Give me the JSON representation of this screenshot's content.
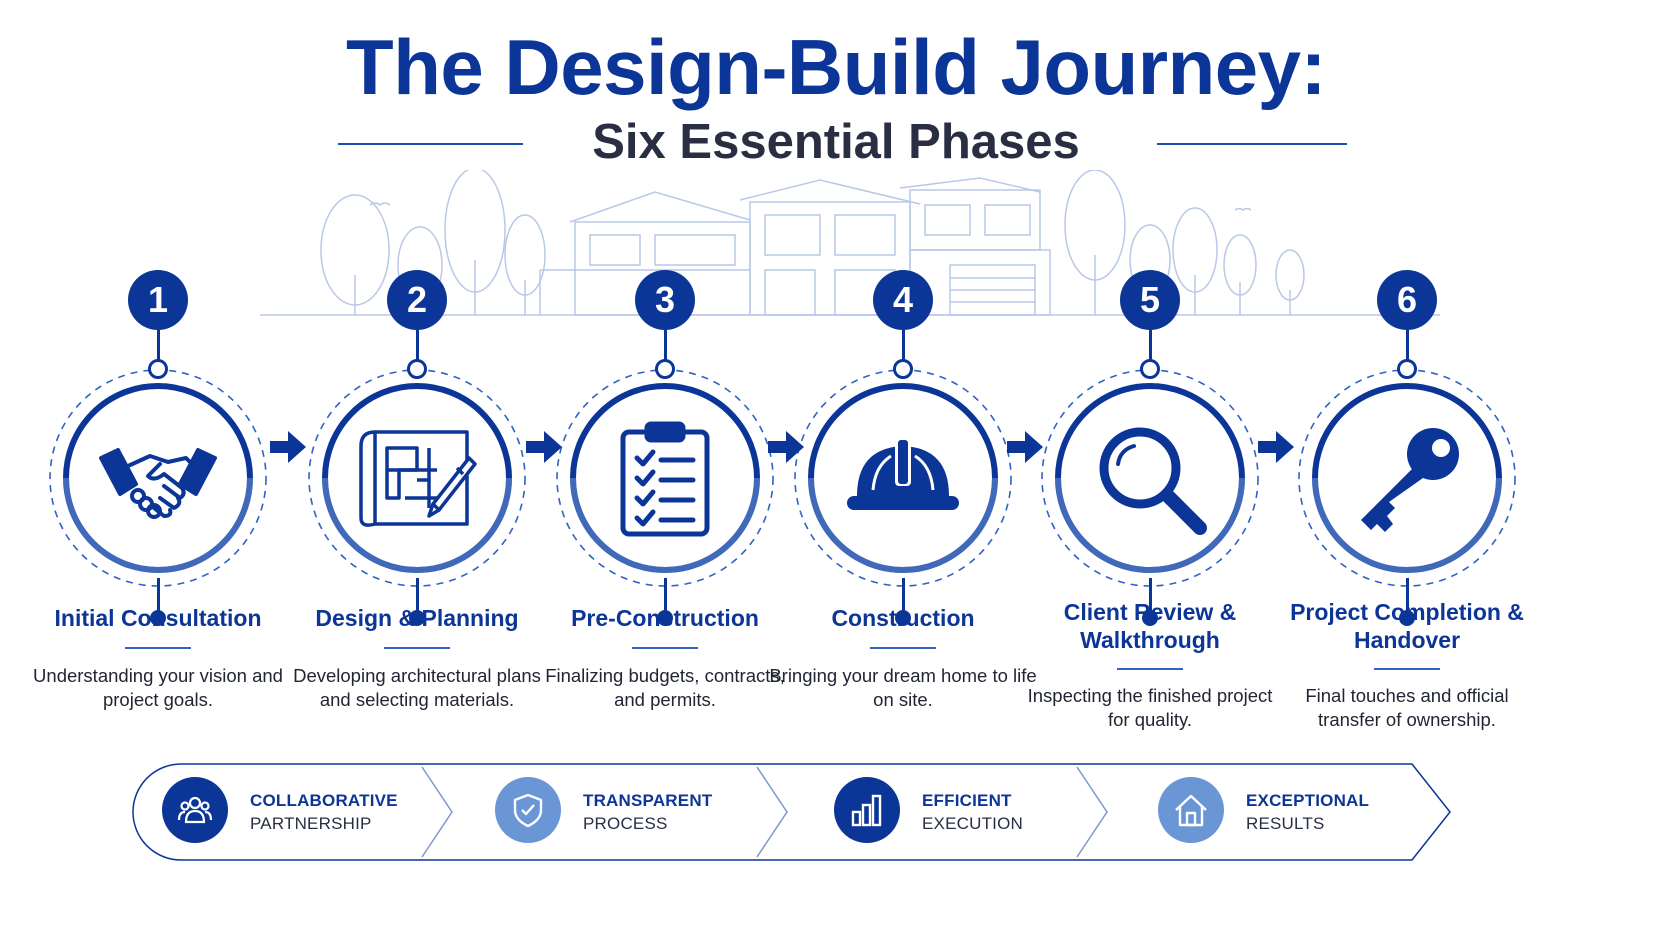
{
  "header": {
    "title": "The Design-Build Journey:",
    "subtitle": "Six Essential Phases"
  },
  "phases": [
    {
      "number": "1",
      "title": "Initial Consultation",
      "description": "Understanding your vision and project goals.",
      "icon": "handshake-icon"
    },
    {
      "number": "2",
      "title": "Design & Planning",
      "description": "Developing architectural plans and selecting materials.",
      "icon": "blueprint-pencil-icon"
    },
    {
      "number": "3",
      "title": "Pre-Construction",
      "description": "Finalizing budgets, contracts, and permits.",
      "icon": "clipboard-checklist-icon"
    },
    {
      "number": "4",
      "title": "Construction",
      "description": "Bringing your dream home to life on site.",
      "icon": "hard-hat-icon"
    },
    {
      "number": "5",
      "title": "Client Review & Walkthrough",
      "description": "Inspecting the finished project for quality.",
      "icon": "magnifier-icon"
    },
    {
      "number": "6",
      "title": "Project Completion & Handover",
      "description": "Final touches and official transfer of ownership.",
      "icon": "key-icon"
    }
  ],
  "values": [
    {
      "head": "COLLABORATIVE",
      "sub": "PARTNERSHIP",
      "icon": "people-icon"
    },
    {
      "head": "TRANSPARENT",
      "sub": "PROCESS",
      "icon": "shield-check-icon"
    },
    {
      "head": "EFFICIENT",
      "sub": "EXECUTION",
      "icon": "bar-chart-icon"
    },
    {
      "head": "EXCEPTIONAL",
      "sub": "RESULTS",
      "icon": "house-icon"
    }
  ],
  "colors": {
    "primary": "#0c3598",
    "accent_light": "#6b96d6",
    "text_dark": "#222634",
    "sketch": "#b9c8e8"
  }
}
